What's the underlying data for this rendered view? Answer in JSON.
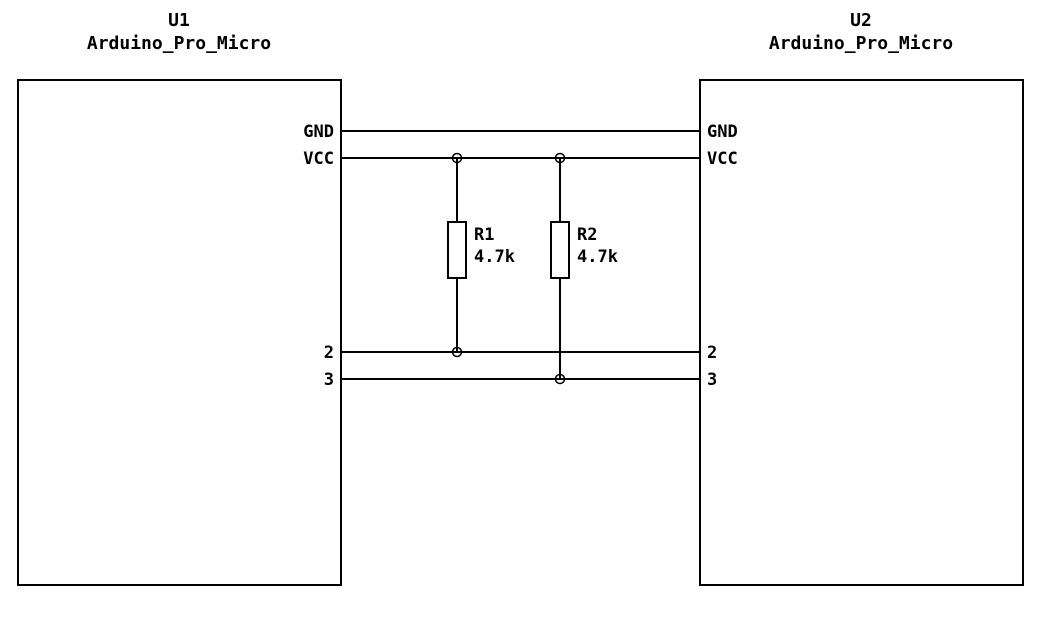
{
  "diagram": {
    "u1": {
      "ref": "U1",
      "name": "Arduino_Pro_Micro",
      "pins": [
        "GND",
        "VCC",
        "2",
        "3"
      ]
    },
    "u2": {
      "ref": "U2",
      "name": "Arduino_Pro_Micro",
      "pins": [
        "GND",
        "VCC",
        "2",
        "3"
      ]
    },
    "r1": {
      "ref": "R1",
      "value": "4.7k"
    },
    "r2": {
      "ref": "R2",
      "value": "4.7k"
    },
    "colors": {
      "stroke": "#000000",
      "background": "#ffffff"
    }
  }
}
